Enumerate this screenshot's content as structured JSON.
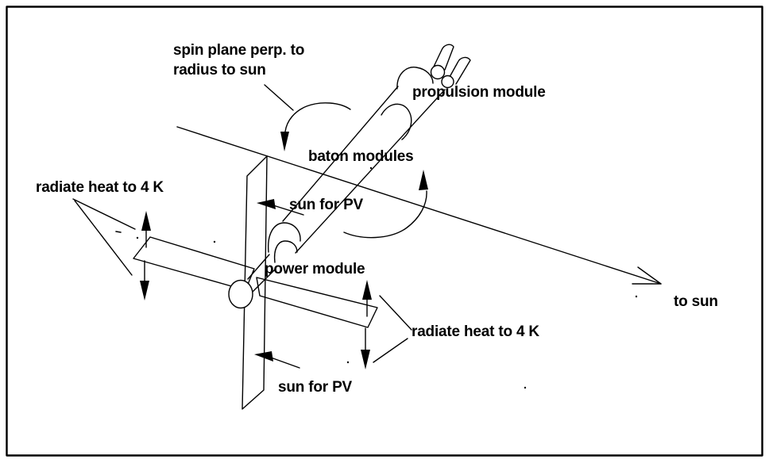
{
  "canvas": {
    "background_color": "#ffffff",
    "ink_color": "#000000",
    "border_color": "#000000"
  },
  "labels": {
    "spin_plane_line1": "spin plane perp. to",
    "spin_plane_line2": "radius to sun",
    "propulsion_module": "propulsion module",
    "baton_modules": "baton modules",
    "sun_for_pv_top": "sun for PV",
    "power_module": "power module",
    "radiate_heat_left": "radiate heat to 4 K",
    "radiate_heat_right": "radiate heat to 4 K",
    "sun_for_pv_bottom": "sun for PV",
    "to_sun": "to sun"
  }
}
